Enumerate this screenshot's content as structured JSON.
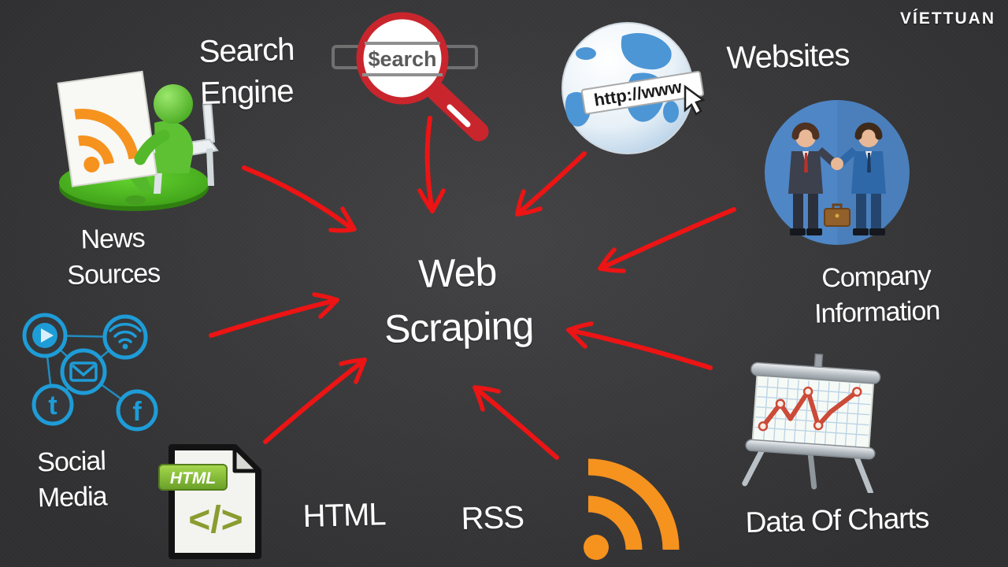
{
  "logo": {
    "text": "VÍETTUAN"
  },
  "center": {
    "line1": "Web",
    "line2": "Scraping"
  },
  "nodes": {
    "search_engine": {
      "line1": "Search",
      "line2": "Engine"
    },
    "websites": {
      "line1": "Websites"
    },
    "company_information": {
      "line1": "Company",
      "line2": "Information"
    },
    "news_sources": {
      "line1": "News",
      "line2": "Sources"
    },
    "social_media": {
      "line1": "Social",
      "line2": "Media"
    },
    "html": {
      "line1": "HTML"
    },
    "rss": {
      "line1": "RSS"
    },
    "data_of_charts": {
      "line1": "Data Of Charts"
    }
  },
  "icon_text": {
    "magnifier_query": "$earch",
    "globe_url": "http://www",
    "html_badge": "HTML",
    "html_code": "</>",
    "social_t": "t",
    "social_f": "f"
  },
  "colors": {
    "background": "#39393b",
    "arrow_red": "#ec1414",
    "label_white": "#ffffff",
    "magnifier_red": "#c9252d",
    "rss_orange": "#f6921e",
    "social_blue": "#1e9cd7",
    "html_green": "#7fb831",
    "business_circle_blue": "#4f86c6",
    "figure_green": "#55c228"
  }
}
